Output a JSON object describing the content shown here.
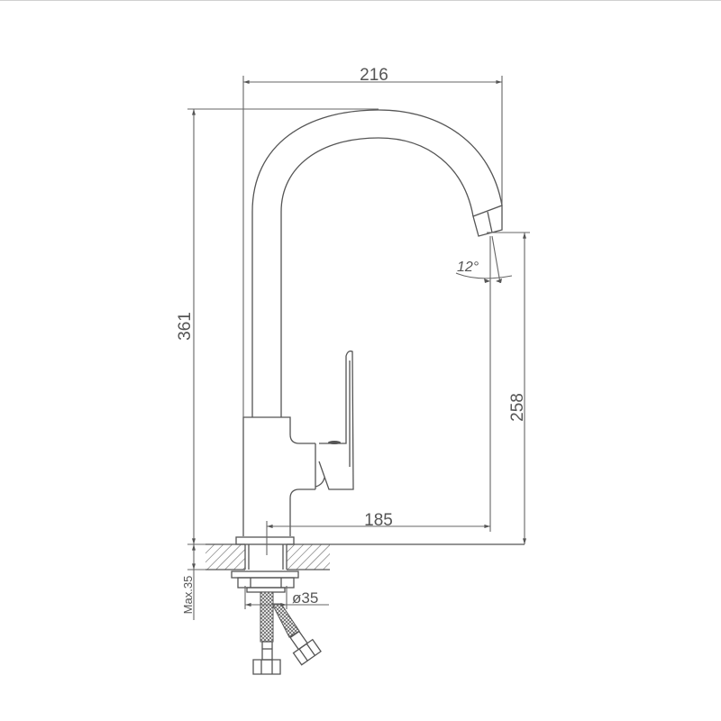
{
  "drawing": {
    "subject": "kitchen faucet side-view technical drawing",
    "line_color": "#555555",
    "background": "#ffffff"
  },
  "dimensions": {
    "overall_reach": "216",
    "overall_height": "361",
    "spout_height": "258",
    "spout_reach": "185",
    "spout_angle": "12°",
    "hole_diameter": "ø35",
    "max_counter_thickness": "Max.35"
  }
}
